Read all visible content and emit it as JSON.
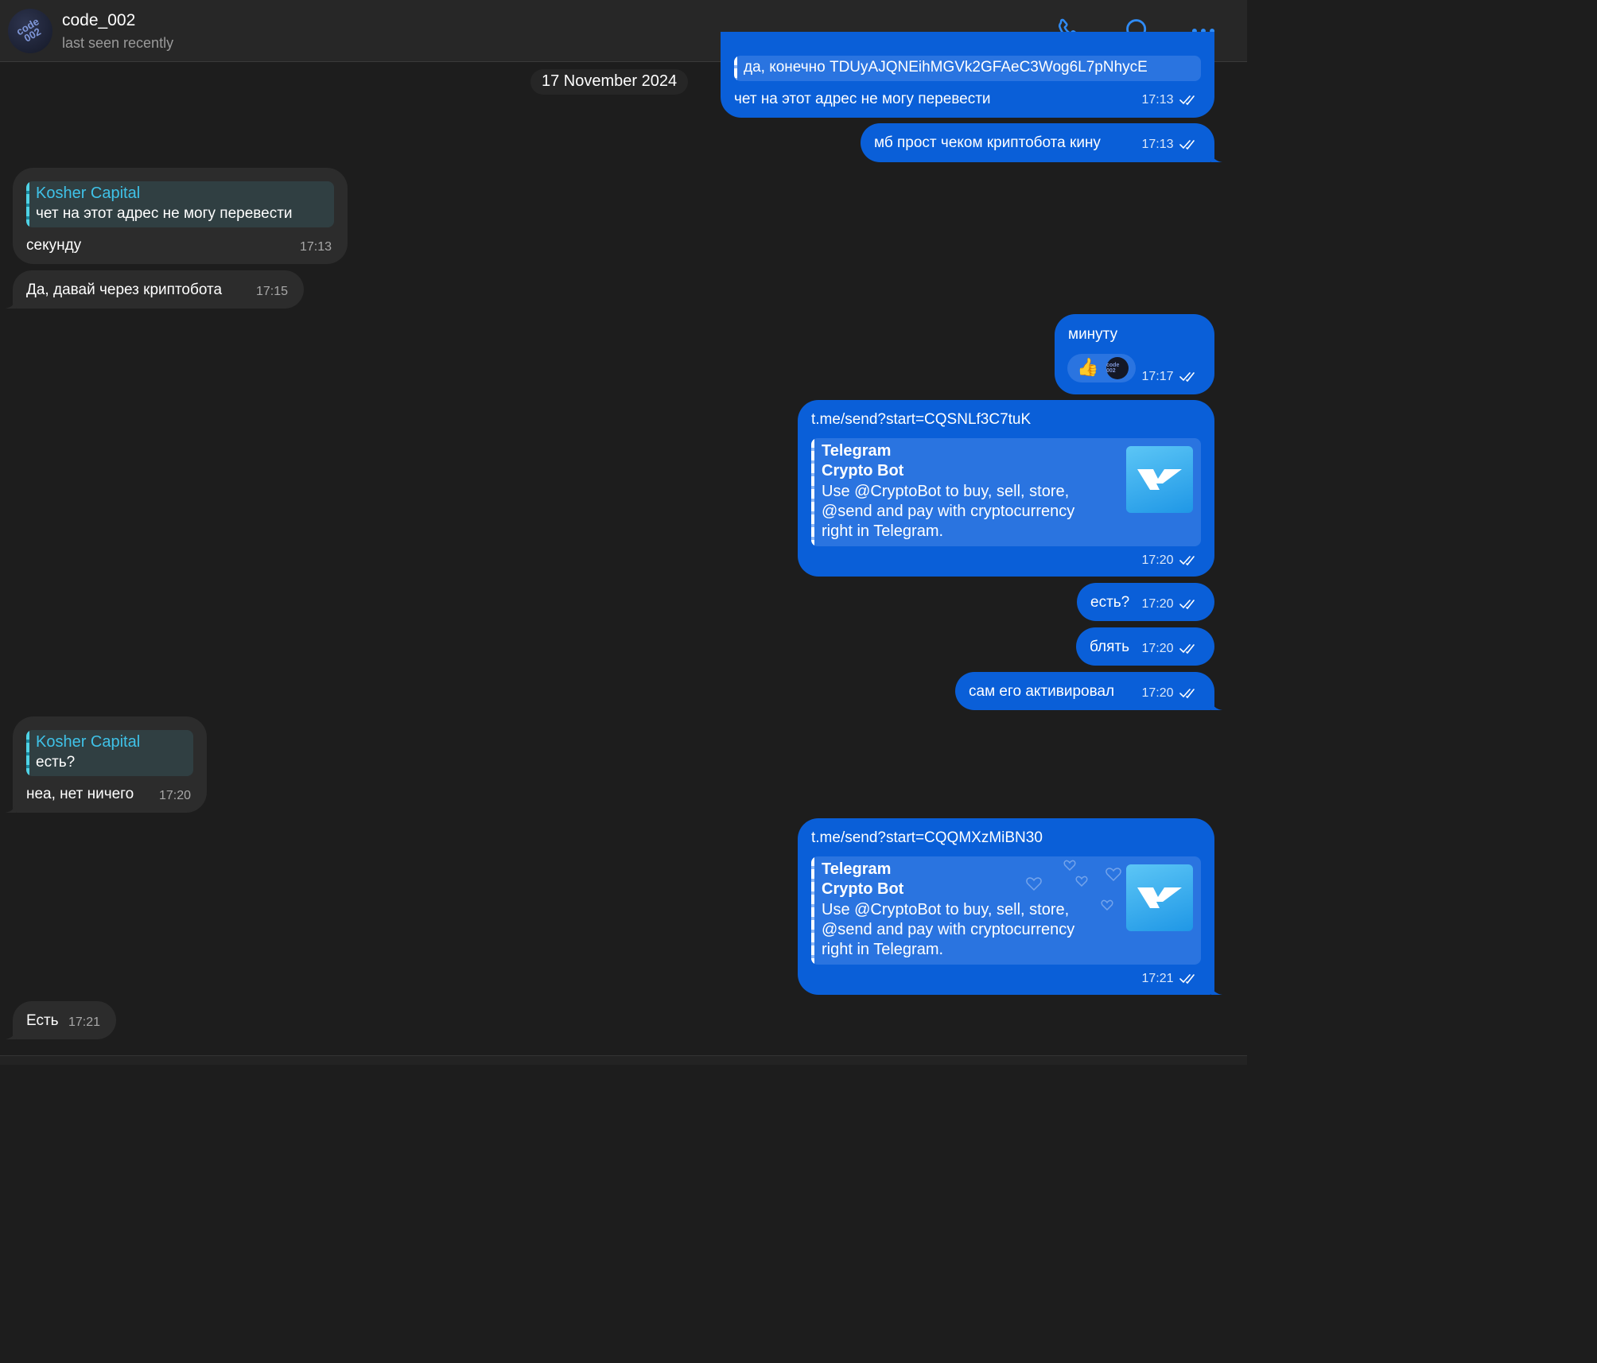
{
  "header": {
    "chat_name": "code_002",
    "status": "last seen recently",
    "avatar_text": "code 002",
    "icons": [
      "phone-icon",
      "search-icon",
      "more-icon"
    ]
  },
  "date_separator": "17 November 2024",
  "messages": [
    {
      "id": "m1",
      "direction": "out",
      "reply_text": "да, конечно   TDUyAJQNEihMGVk2GFAeC3Wog6L7pNhycE",
      "text": "чет на этот адрес не могу перевести",
      "time": "17:13",
      "status": "read"
    },
    {
      "id": "m2",
      "direction": "out",
      "text": "мб прост чеком криптобота кину",
      "time": "17:13",
      "status": "read"
    },
    {
      "id": "m3",
      "direction": "in",
      "reply_name": "Kosher Capital",
      "reply_text": "чет на этот адрес не могу перевести",
      "text": "секунду",
      "time": "17:13"
    },
    {
      "id": "m4",
      "direction": "in",
      "text": "Да, давай через криптобота",
      "time": "17:15"
    },
    {
      "id": "m5",
      "direction": "out",
      "text": "минуту",
      "time": "17:17",
      "status": "read",
      "reaction": "👍",
      "reaction_avatar": "code 002"
    },
    {
      "id": "m6",
      "direction": "out",
      "link": "t.me/send?start=CQSNLf3C7tuK",
      "preview": {
        "site": "Telegram",
        "title": "Crypto Bot",
        "description": "Use @CryptoBot to buy, sell, store, @send and pay with cryptocurrency right in Telegram."
      },
      "time": "17:20",
      "status": "read"
    },
    {
      "id": "m7",
      "direction": "out",
      "text": "есть?",
      "time": "17:20",
      "status": "read"
    },
    {
      "id": "m8",
      "direction": "out",
      "text": "блять",
      "time": "17:20",
      "status": "read"
    },
    {
      "id": "m9",
      "direction": "out",
      "text": "сам его активировал",
      "time": "17:20",
      "status": "read"
    },
    {
      "id": "m10",
      "direction": "in",
      "reply_name": "Kosher Capital",
      "reply_text": "есть?",
      "text": "неа, нет ничего",
      "time": "17:20"
    },
    {
      "id": "m11",
      "direction": "out",
      "link": "t.me/send?start=CQQMXzMiBN30",
      "preview": {
        "site": "Telegram",
        "title": "Crypto Bot",
        "description": "Use @CryptoBot to buy, sell, store, @send and pay with cryptocurrency right in Telegram."
      },
      "time": "17:21",
      "status": "read"
    },
    {
      "id": "m12",
      "direction": "in",
      "text": "Есть",
      "time": "17:21"
    }
  ],
  "colors": {
    "outgoing_bubble": "#0a5fd8",
    "incoming_bubble": "#2c2c2c",
    "background": "#1d1d1d",
    "accent": "#2f8bf5",
    "reply_name": "#3fc2e8"
  }
}
